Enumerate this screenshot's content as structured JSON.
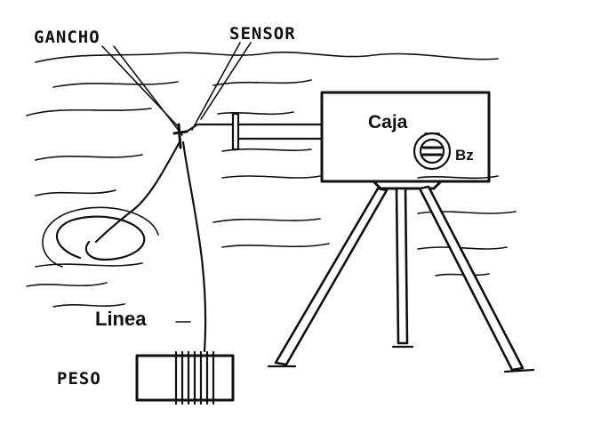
{
  "labels": {
    "gancho": "GANCHO",
    "sensor": "SENSOR",
    "caja": "Caja",
    "bz": "Bz",
    "linea": "Linea",
    "peso": "PESO"
  },
  "colors": {
    "ink": "#111111",
    "paper": "#ffffff"
  }
}
